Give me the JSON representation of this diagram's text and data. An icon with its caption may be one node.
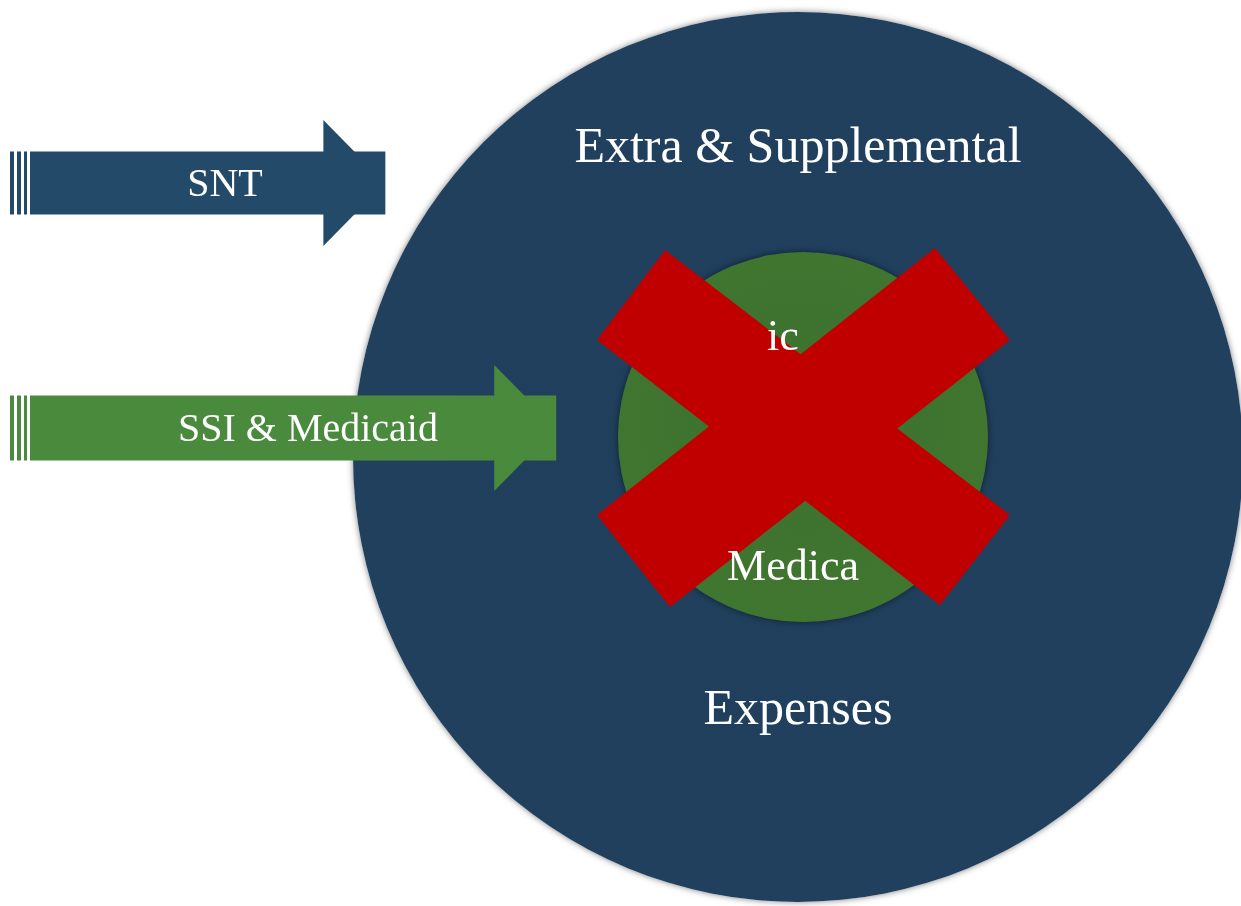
{
  "diagram": {
    "nodes": [
      {
        "text": [
          "Extra & Supplemental",
          "Expenses"
        ]
      },
      {
        "text": [
          "ic",
          "Medica"
        ],
        "in": 0
      },
      {
        "text": [],
        "shape": "cross",
        "in": 0
      }
    ],
    "edges": [
      {
        "from": null,
        "to": 0,
        "arrow": "to",
        "label": "SNT",
        "color": "#234a68"
      },
      {
        "from": null,
        "to": 1,
        "arrow": "to",
        "label": "SSI & Medicaid",
        "color": "#4a8a3c"
      }
    ]
  }
}
